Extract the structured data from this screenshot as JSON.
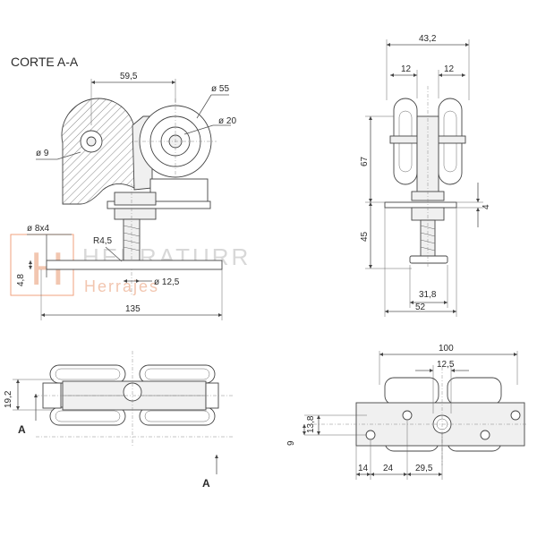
{
  "section_title": "CORTE A-A",
  "section_marker": "A",
  "watermark": {
    "brand": "HERRATURR",
    "sub": "Herrajes",
    "logo_letter": "H",
    "logo_color": "#f2a27e"
  },
  "dims": {
    "d59_5": "59,5",
    "d55": "ø 55",
    "d20": "ø 20",
    "d9": "ø 9",
    "d8x4": "ø 8x4",
    "r4_5": "R4,5",
    "d4_8": "4,8",
    "d12_5": "ø 12,5",
    "d135": "135",
    "d43_2": "43,2",
    "d12a": "12",
    "d12b": "12",
    "d67": "67",
    "d45": "45",
    "d4": "4",
    "d31_8": "31,8",
    "d52": "52",
    "d19_2": "19,2",
    "d100": "100",
    "d12_5b": "12,5",
    "d13_8": "13,8",
    "d9b": "9",
    "d14": "14",
    "d24": "24",
    "d29_5": "29,5"
  }
}
